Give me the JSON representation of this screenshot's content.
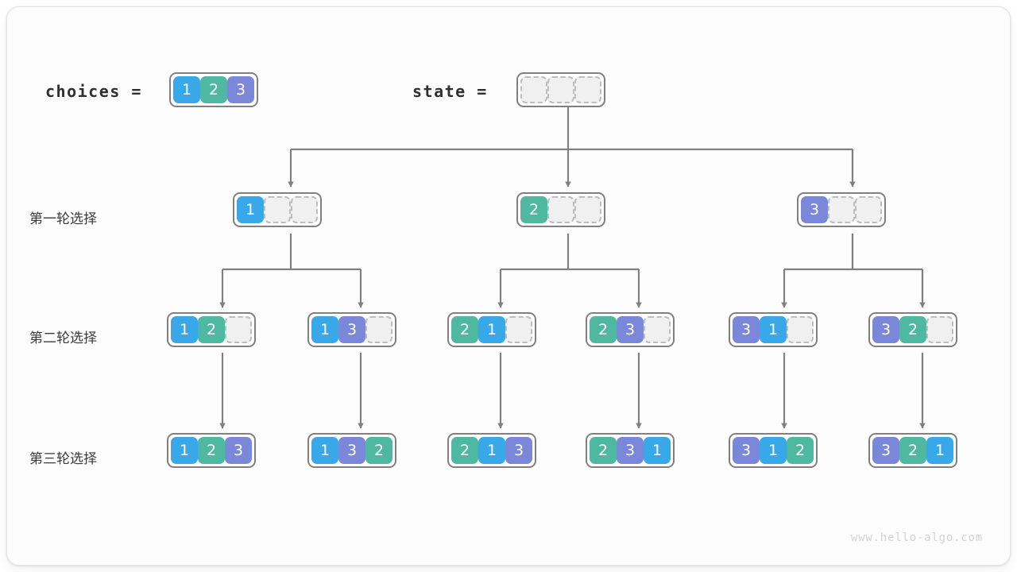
{
  "diagram": {
    "title": "permutations backtracking tree",
    "watermark": "www.hello-algo.com",
    "colors": {
      "value_1": "#38a8e8",
      "value_2": "#4eb8a0",
      "value_3": "#7b87d8",
      "empty_fill": "#f0f0f0",
      "empty_border": "#bdbdbd",
      "node_border": "#808080",
      "connector": "#808080",
      "frame_border": "#e2e2e2",
      "text": "#2f2f2f"
    },
    "header": {
      "choices_label": "choices =",
      "choices_values": [
        "1",
        "2",
        "3"
      ],
      "state_label": "state =",
      "state_values": [
        "",
        "",
        ""
      ]
    },
    "row_labels": [
      "第一轮选择",
      "第二轮选择",
      "第三轮选择"
    ],
    "rows": [
      {
        "label": "第一轮选择",
        "nodes": [
          {
            "values": [
              "1",
              "",
              ""
            ]
          },
          {
            "values": [
              "2",
              "",
              ""
            ]
          },
          {
            "values": [
              "3",
              "",
              ""
            ]
          }
        ]
      },
      {
        "label": "第二轮选择",
        "nodes": [
          {
            "values": [
              "1",
              "2",
              ""
            ]
          },
          {
            "values": [
              "1",
              "3",
              ""
            ]
          },
          {
            "values": [
              "2",
              "1",
              ""
            ]
          },
          {
            "values": [
              "2",
              "3",
              ""
            ]
          },
          {
            "values": [
              "3",
              "1",
              ""
            ]
          },
          {
            "values": [
              "3",
              "2",
              ""
            ]
          }
        ]
      },
      {
        "label": "第三轮选择",
        "nodes": [
          {
            "values": [
              "1",
              "2",
              "3"
            ]
          },
          {
            "values": [
              "1",
              "3",
              "2"
            ]
          },
          {
            "values": [
              "2",
              "1",
              "3"
            ]
          },
          {
            "values": [
              "2",
              "3",
              "1"
            ]
          },
          {
            "values": [
              "3",
              "1",
              "2"
            ]
          },
          {
            "values": [
              "3",
              "2",
              "1"
            ]
          }
        ]
      }
    ]
  }
}
